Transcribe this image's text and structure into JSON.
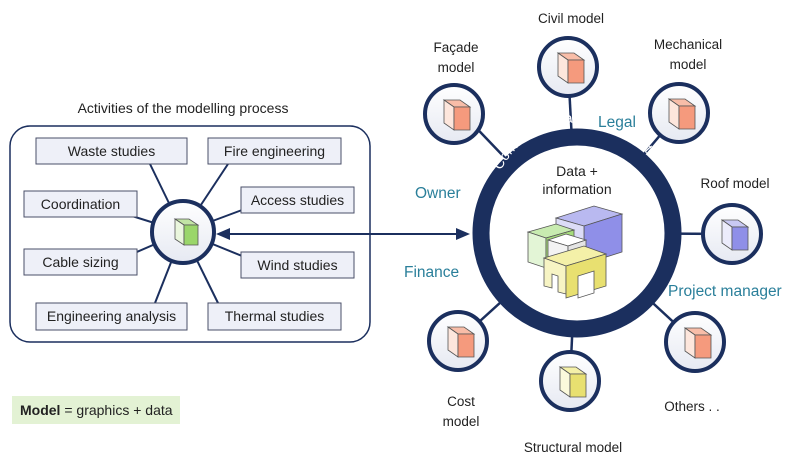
{
  "left_panel": {
    "title": "Activities of the modelling process",
    "activities": [
      "Waste studies",
      "Fire engineering",
      "Coordination",
      "Access studies",
      "Cable sizing",
      "Wind studies",
      "Engineering analysis",
      "Thermal studies"
    ]
  },
  "legend": {
    "bold": "Model",
    "rest": " = graphics + data"
  },
  "cde": {
    "ring_label": "Common Data Environment",
    "center_line1": "Data +",
    "center_line2": "information"
  },
  "roles": {
    "owner": "Owner",
    "finance": "Finance",
    "legal": "Legal",
    "project_manager": "Project manager"
  },
  "models": {
    "civil": "Civil model",
    "facade_1": "Façade",
    "facade_2": "model",
    "mechanical_1": "Mechanical",
    "mechanical_2": "model",
    "roof": "Roof model",
    "cost_1": "Cost",
    "cost_2": "model",
    "structural": "Structural model",
    "others": "Others . ."
  },
  "colors": {
    "navy": "#1b2f5e",
    "panel_fill": "#eef0f8",
    "cube_red": "#f59a7d",
    "cube_blue": "#8f8fe8",
    "cube_yellow": "#e8e070",
    "cube_green": "#9ad66a",
    "legend_bg": "#e3f2d4",
    "role_text": "#2a7f9a"
  }
}
